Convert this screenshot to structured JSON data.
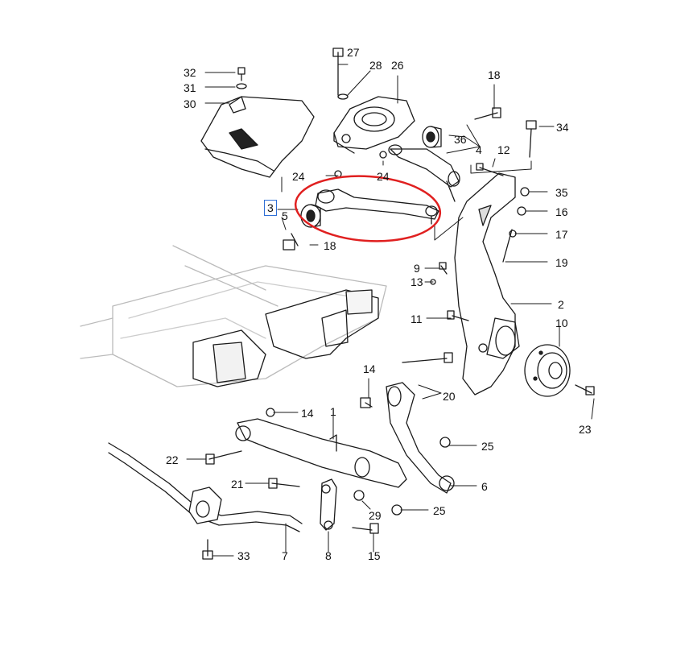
{
  "diagram": {
    "labels": {
      "l32": "32",
      "l31": "31",
      "l30": "30",
      "l27": "27",
      "l28": "28",
      "l26": "26",
      "l18a": "18",
      "l18b": "18",
      "l34": "34",
      "l36": "36",
      "l4": "4",
      "l12": "12",
      "l24a": "24",
      "l24b": "24",
      "l3": "3",
      "l5": "5",
      "l35": "35",
      "l16": "16",
      "l17": "17",
      "l19": "19",
      "l9": "9",
      "l13": "13",
      "l2": "2",
      "l11": "11",
      "l10": "10",
      "l14a": "14",
      "l14b": "14",
      "l20": "20",
      "l23": "23",
      "l1": "1",
      "l25a": "25",
      "l25b": "25",
      "l22": "22",
      "l21": "21",
      "l6": "6",
      "l29": "29",
      "l33": "33",
      "l7": "7",
      "l8": "8",
      "l15": "15"
    },
    "highlight_color": "#e02020",
    "selected_box_color": "#2f6fd6",
    "line_color": "#1a1a1a"
  }
}
